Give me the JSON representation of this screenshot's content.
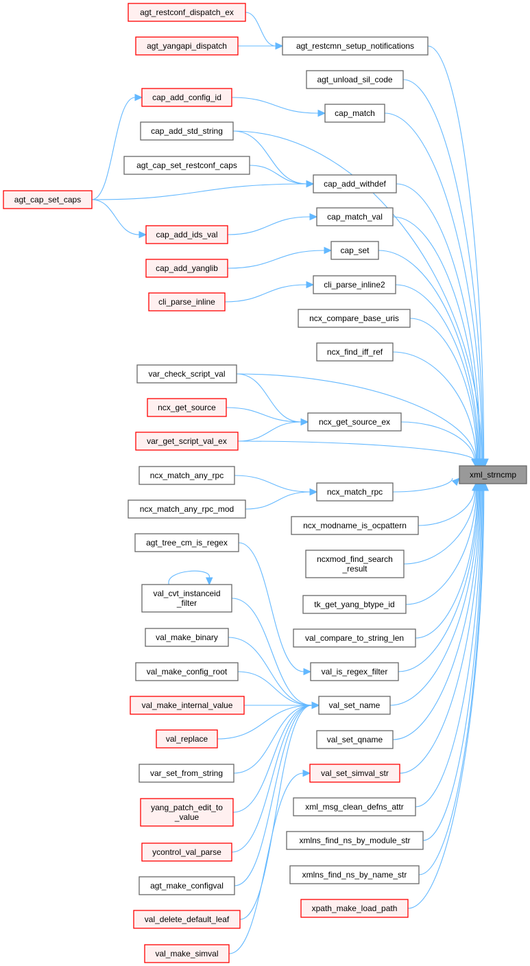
{
  "diagram": {
    "type": "call-graph",
    "colors": {
      "edge": "#63b8ff",
      "root_fill": "#999999",
      "red_fill": "#fff0f0",
      "red_stroke": "#ff0000",
      "plain_stroke": "#666666"
    },
    "root": {
      "id": "xml_strncmp",
      "label": "xml_strncmp"
    },
    "nodes": [
      {
        "id": "agt_restconf_dispatch_ex",
        "label": "agt_restconf_dispatch_ex",
        "style": "red"
      },
      {
        "id": "agt_yangapi_dispatch",
        "label": "agt_yangapi_dispatch",
        "style": "red"
      },
      {
        "id": "agt_restcmn_setup_notifications",
        "label": "agt_restcmn_setup_notifications",
        "style": "plain"
      },
      {
        "id": "agt_unload_sil_code",
        "label": "agt_unload_sil_code",
        "style": "plain"
      },
      {
        "id": "cap_add_config_id",
        "label": "cap_add_config_id",
        "style": "red"
      },
      {
        "id": "cap_match",
        "label": "cap_match",
        "style": "plain"
      },
      {
        "id": "cap_add_std_string",
        "label": "cap_add_std_string",
        "style": "plain"
      },
      {
        "id": "agt_cap_set_restconf_caps",
        "label": "agt_cap_set_restconf_caps",
        "style": "plain"
      },
      {
        "id": "cap_add_withdef",
        "label": "cap_add_withdef",
        "style": "plain"
      },
      {
        "id": "agt_cap_set_caps",
        "label": "agt_cap_set_caps",
        "style": "red"
      },
      {
        "id": "cap_add_ids_val",
        "label": "cap_add_ids_val",
        "style": "red"
      },
      {
        "id": "cap_match_val",
        "label": "cap_match_val",
        "style": "plain"
      },
      {
        "id": "cap_add_yanglib",
        "label": "cap_add_yanglib",
        "style": "red"
      },
      {
        "id": "cap_set",
        "label": "cap_set",
        "style": "plain"
      },
      {
        "id": "cli_parse_inline",
        "label": "cli_parse_inline",
        "style": "red"
      },
      {
        "id": "cli_parse_inline2",
        "label": "cli_parse_inline2",
        "style": "plain"
      },
      {
        "id": "ncx_compare_base_uris",
        "label": "ncx_compare_base_uris",
        "style": "plain"
      },
      {
        "id": "ncx_find_iff_ref",
        "label": "ncx_find_iff_ref",
        "style": "plain"
      },
      {
        "id": "var_check_script_val",
        "label": "var_check_script_val",
        "style": "plain"
      },
      {
        "id": "ncx_get_source",
        "label": "ncx_get_source",
        "style": "red"
      },
      {
        "id": "ncx_get_source_ex",
        "label": "ncx_get_source_ex",
        "style": "plain"
      },
      {
        "id": "var_get_script_val_ex",
        "label": "var_get_script_val_ex",
        "style": "red"
      },
      {
        "id": "ncx_match_any_rpc",
        "label": "ncx_match_any_rpc",
        "style": "plain"
      },
      {
        "id": "ncx_match_rpc",
        "label": "ncx_match_rpc",
        "style": "plain"
      },
      {
        "id": "ncx_match_any_rpc_mod",
        "label": "ncx_match_any_rpc_mod",
        "style": "plain"
      },
      {
        "id": "ncx_modname_is_ocpattern",
        "label": "ncx_modname_is_ocpattern",
        "style": "plain"
      },
      {
        "id": "agt_tree_cm_is_regex",
        "label": "agt_tree_cm_is_regex",
        "style": "plain"
      },
      {
        "id": "ncxmod_find_search_result",
        "label": "ncxmod_find_search\n_result",
        "style": "plain"
      },
      {
        "id": "val_cvt_instanceid_filter",
        "label": "val_cvt_instanceid\n_filter",
        "style": "plain"
      },
      {
        "id": "tk_get_yang_btype_id",
        "label": "tk_get_yang_btype_id",
        "style": "plain"
      },
      {
        "id": "val_make_binary",
        "label": "val_make_binary",
        "style": "plain"
      },
      {
        "id": "val_compare_to_string_len",
        "label": "val_compare_to_string_len",
        "style": "plain"
      },
      {
        "id": "val_make_config_root",
        "label": "val_make_config_root",
        "style": "plain"
      },
      {
        "id": "val_is_regex_filter",
        "label": "val_is_regex_filter",
        "style": "plain"
      },
      {
        "id": "val_make_internal_value",
        "label": "val_make_internal_value",
        "style": "red"
      },
      {
        "id": "val_set_name",
        "label": "val_set_name",
        "style": "plain"
      },
      {
        "id": "val_replace",
        "label": "val_replace",
        "style": "red"
      },
      {
        "id": "val_set_qname",
        "label": "val_set_qname",
        "style": "plain"
      },
      {
        "id": "var_set_from_string",
        "label": "var_set_from_string",
        "style": "plain"
      },
      {
        "id": "val_set_simval_str",
        "label": "val_set_simval_str",
        "style": "red"
      },
      {
        "id": "yang_patch_edit_to_value",
        "label": "yang_patch_edit_to\n_value",
        "style": "red"
      },
      {
        "id": "xml_msg_clean_defns_attr",
        "label": "xml_msg_clean_defns_attr",
        "style": "plain"
      },
      {
        "id": "xmlns_find_ns_by_module_str",
        "label": "xmlns_find_ns_by_module_str",
        "style": "plain"
      },
      {
        "id": "ycontrol_val_parse",
        "label": "ycontrol_val_parse",
        "style": "red"
      },
      {
        "id": "xmlns_find_ns_by_name_str",
        "label": "xmlns_find_ns_by_name_str",
        "style": "plain"
      },
      {
        "id": "agt_make_configval",
        "label": "agt_make_configval",
        "style": "plain"
      },
      {
        "id": "xpath_make_load_path",
        "label": "xpath_make_load_path",
        "style": "red"
      },
      {
        "id": "val_delete_default_leaf",
        "label": "val_delete_default_leaf",
        "style": "red"
      },
      {
        "id": "val_make_simval",
        "label": "val_make_simval",
        "style": "red"
      }
    ],
    "edges": [
      [
        "agt_restconf_dispatch_ex",
        "agt_restcmn_setup_notifications"
      ],
      [
        "agt_yangapi_dispatch",
        "agt_restcmn_setup_notifications"
      ],
      [
        "cap_add_config_id",
        "cap_match"
      ],
      [
        "agt_cap_set_caps",
        "cap_add_config_id"
      ],
      [
        "agt_cap_set_caps",
        "cap_add_withdef"
      ],
      [
        "agt_cap_set_caps",
        "cap_add_ids_val"
      ],
      [
        "cap_add_std_string",
        "cap_add_withdef"
      ],
      [
        "agt_cap_set_restconf_caps",
        "cap_add_withdef"
      ],
      [
        "cap_add_ids_val",
        "cap_match_val"
      ],
      [
        "cap_add_yanglib",
        "cap_set"
      ],
      [
        "cli_parse_inline",
        "cli_parse_inline2"
      ],
      [
        "var_check_script_val",
        "ncx_get_source_ex"
      ],
      [
        "ncx_get_source",
        "ncx_get_source_ex"
      ],
      [
        "var_get_script_val_ex",
        "ncx_get_source_ex"
      ],
      [
        "ncx_match_any_rpc",
        "ncx_match_rpc"
      ],
      [
        "ncx_match_any_rpc_mod",
        "ncx_match_rpc"
      ],
      [
        "val_cvt_instanceid_filter",
        "val_cvt_instanceid_filter"
      ],
      [
        "agt_tree_cm_is_regex",
        "val_is_regex_filter"
      ],
      [
        "val_cvt_instanceid_filter",
        "val_set_name"
      ],
      [
        "val_make_binary",
        "val_set_name"
      ],
      [
        "val_make_config_root",
        "val_set_name"
      ],
      [
        "val_make_internal_value",
        "val_set_name"
      ],
      [
        "val_replace",
        "val_set_name"
      ],
      [
        "var_set_from_string",
        "val_set_name"
      ],
      [
        "yang_patch_edit_to_value",
        "val_set_name"
      ],
      [
        "ycontrol_val_parse",
        "val_set_name"
      ],
      [
        "agt_make_configval",
        "val_set_name"
      ],
      [
        "val_delete_default_leaf",
        "val_set_name"
      ],
      [
        "val_make_simval",
        "val_set_simval_str"
      ],
      [
        "agt_restcmn_setup_notifications",
        "xml_strncmp"
      ],
      [
        "agt_unload_sil_code",
        "xml_strncmp"
      ],
      [
        "cap_match",
        "xml_strncmp"
      ],
      [
        "cap_add_std_string",
        "xml_strncmp"
      ],
      [
        "cap_add_withdef",
        "xml_strncmp"
      ],
      [
        "cap_match_val",
        "xml_strncmp"
      ],
      [
        "cap_set",
        "xml_strncmp"
      ],
      [
        "cli_parse_inline2",
        "xml_strncmp"
      ],
      [
        "ncx_compare_base_uris",
        "xml_strncmp"
      ],
      [
        "ncx_find_iff_ref",
        "xml_strncmp"
      ],
      [
        "var_check_script_val",
        "xml_strncmp"
      ],
      [
        "ncx_get_source_ex",
        "xml_strncmp"
      ],
      [
        "var_get_script_val_ex",
        "xml_strncmp"
      ],
      [
        "ncx_match_rpc",
        "xml_strncmp"
      ],
      [
        "ncx_modname_is_ocpattern",
        "xml_strncmp"
      ],
      [
        "ncxmod_find_search_result",
        "xml_strncmp"
      ],
      [
        "tk_get_yang_btype_id",
        "xml_strncmp"
      ],
      [
        "val_compare_to_string_len",
        "xml_strncmp"
      ],
      [
        "val_is_regex_filter",
        "xml_strncmp"
      ],
      [
        "val_set_name",
        "xml_strncmp"
      ],
      [
        "val_set_qname",
        "xml_strncmp"
      ],
      [
        "val_set_simval_str",
        "xml_strncmp"
      ],
      [
        "xml_msg_clean_defns_attr",
        "xml_strncmp"
      ],
      [
        "xmlns_find_ns_by_module_str",
        "xml_strncmp"
      ],
      [
        "xmlns_find_ns_by_name_str",
        "xml_strncmp"
      ],
      [
        "xpath_make_load_path",
        "xml_strncmp"
      ]
    ]
  }
}
